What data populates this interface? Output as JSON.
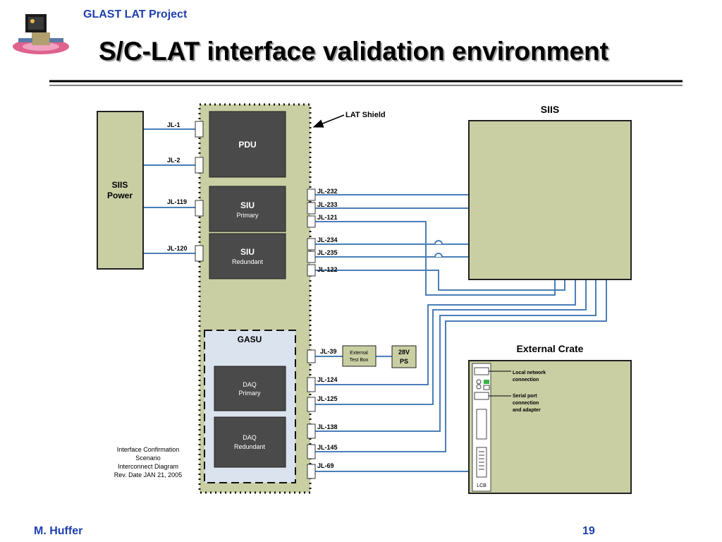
{
  "header": {
    "project": "GLAST LAT Project",
    "title": "S/C-LAT interface validation environment"
  },
  "footer": {
    "author": "M. Huffer",
    "page": "19"
  },
  "diagram": {
    "siis_power": [
      "SIIS",
      "Power"
    ],
    "lat_shield": "LAT Shield",
    "pdu": "PDU",
    "siu_primary": {
      "name": "SIU",
      "sub": "Primary"
    },
    "siu_redundant": {
      "name": "SIU",
      "sub": "Redundant"
    },
    "gasu": "GASU",
    "daq_primary": [
      "DAQ",
      "Primary"
    ],
    "daq_redundant": [
      "DAQ",
      "Redundant"
    ],
    "siis": "SIIS",
    "external_crate": "External Crate",
    "external_test_box": [
      "External",
      "Test Box"
    ],
    "ps_28v": [
      "28V",
      "PS"
    ],
    "local_network": [
      "Local network",
      "connection"
    ],
    "serial_port": [
      "Serial port",
      "connection",
      "and adapter"
    ],
    "lcb": "LCB",
    "left_connectors": [
      "JL-1",
      "JL-2",
      "JL-119",
      "JL-120"
    ],
    "right_connectors": [
      "JL-232",
      "JL-233",
      "JL-121",
      "JL-234",
      "JL-235",
      "JL-122",
      "JL-39",
      "JL-124",
      "JL-125",
      "JL-138",
      "JL-145",
      "JL-69"
    ],
    "note": [
      "Interface Confirmation",
      "Scenario",
      "Interconnect Diagram",
      "Rev. Date JAN 21, 2005"
    ]
  },
  "colors": {
    "box_green": "#c9cfa3",
    "block_gray": "#4a4a4a",
    "gasu_blue": "#dbe3ef",
    "wire_blue": "#4a7eb8",
    "title_blue": "#1f3fb0"
  }
}
